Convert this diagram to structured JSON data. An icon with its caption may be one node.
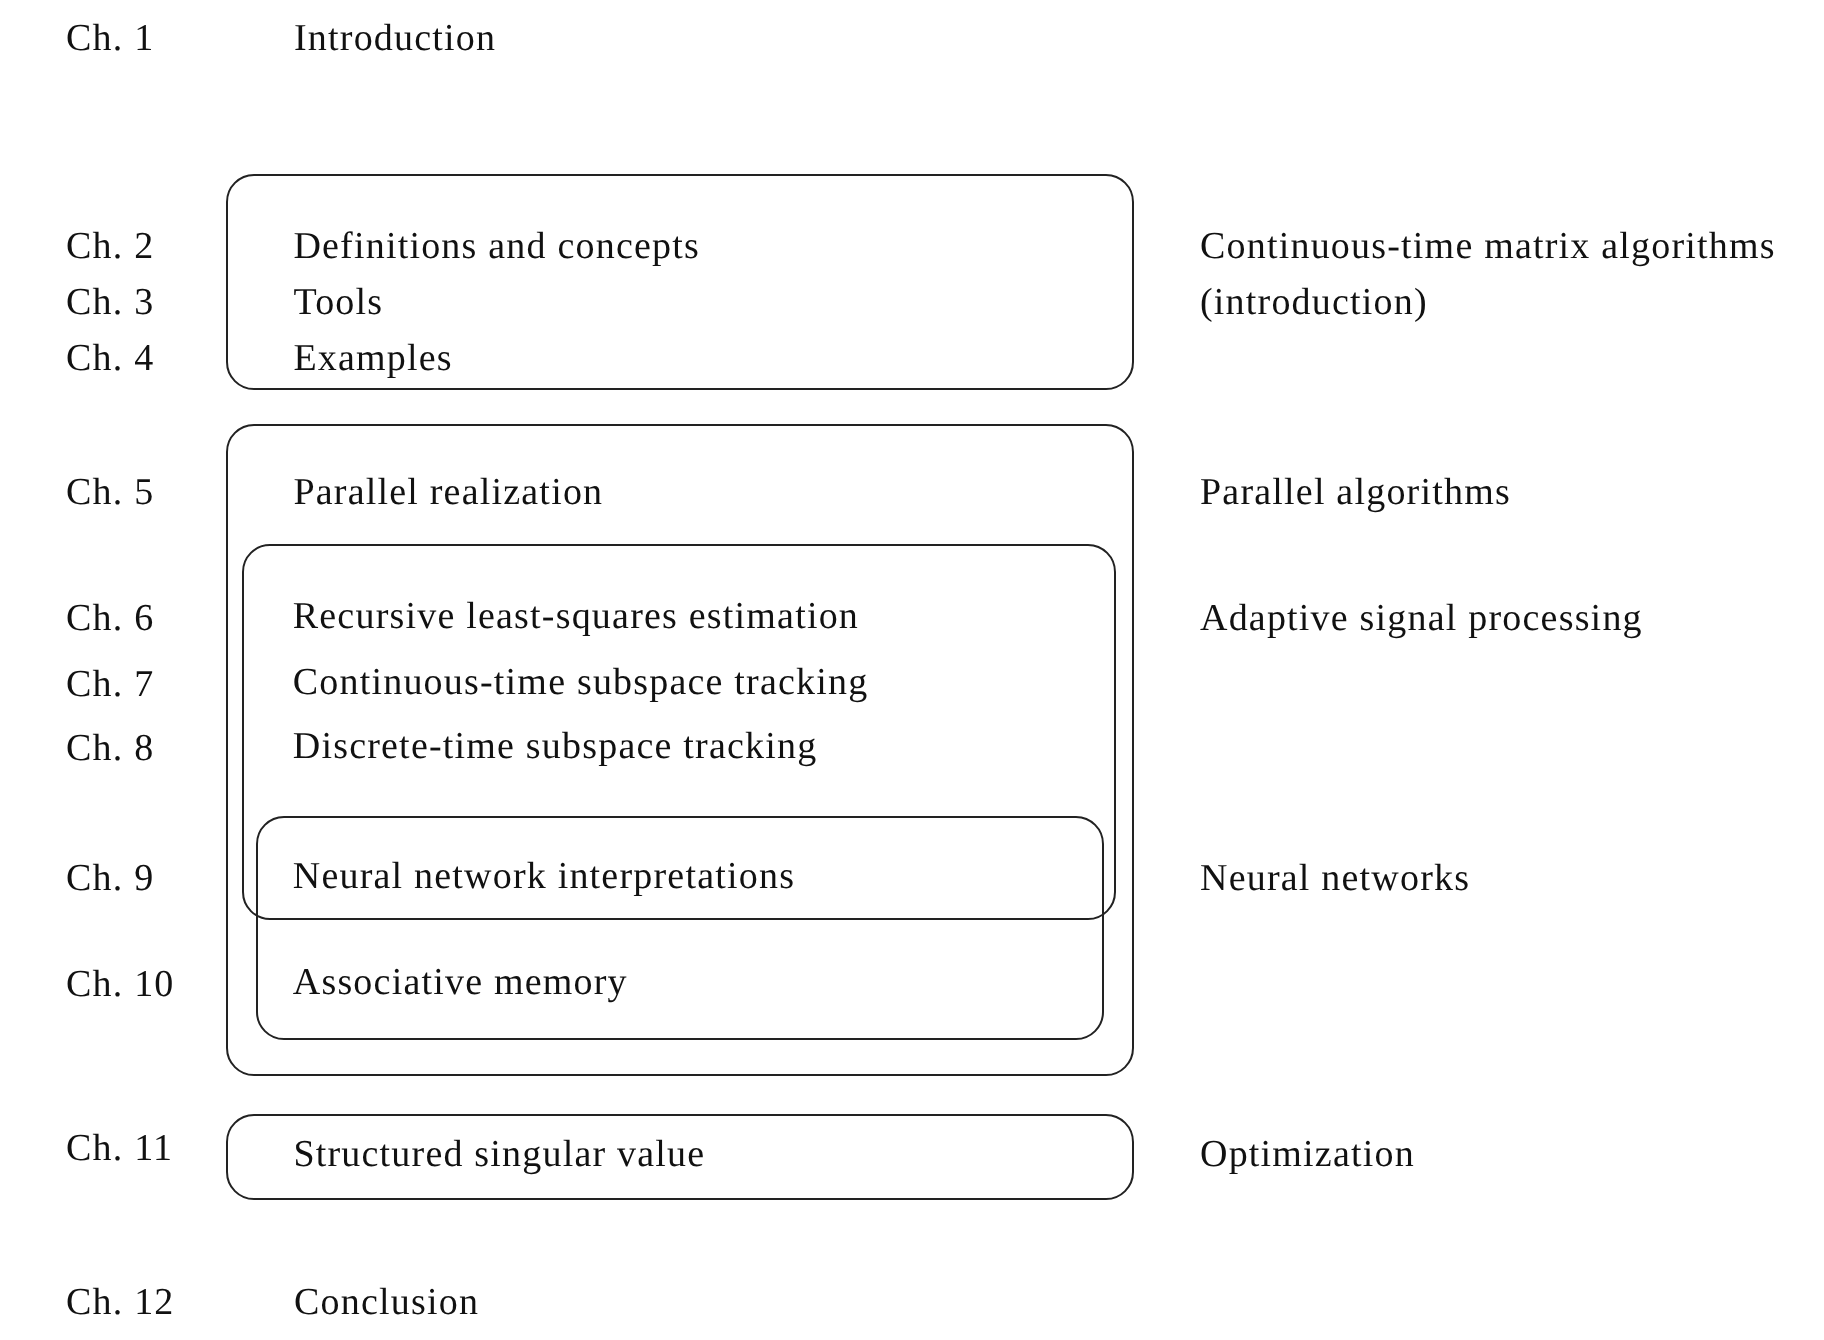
{
  "diagram": {
    "nodes": [
      {
        "text": [
          "Definitions and concepts",
          "Tools",
          "Examples"
        ],
        "beside": [
          "Continuous-time matrix algorithms (introduction)"
        ]
      },
      {
        "text": [
          "Parallel realization"
        ],
        "beside": [
          "Parallel algorithms"
        ]
      },
      {
        "text": [
          "Recursive least-squares estimation",
          "Continuous-time subspace tracking",
          "Discrete-time subspace tracking"
        ],
        "in": 1,
        "beside": [
          "Adaptive signal processing"
        ]
      },
      {
        "text": [
          "Neural network interpretations",
          "Associative memory"
        ],
        "in": 1,
        "beside": [
          "Neural networks"
        ]
      },
      {
        "text": [
          "Structured singular value"
        ],
        "beside": [
          "Optimization"
        ]
      }
    ],
    "labels": [
      "Ch. 1",
      "Introduction",
      "Ch. 2",
      "Ch. 3",
      "Ch. 4",
      "Ch. 5",
      "Ch. 6",
      "Ch. 7",
      "Ch. 8",
      "Ch. 9",
      "Ch. 10",
      "Ch. 11",
      "Ch. 12",
      "Conclusion"
    ]
  }
}
